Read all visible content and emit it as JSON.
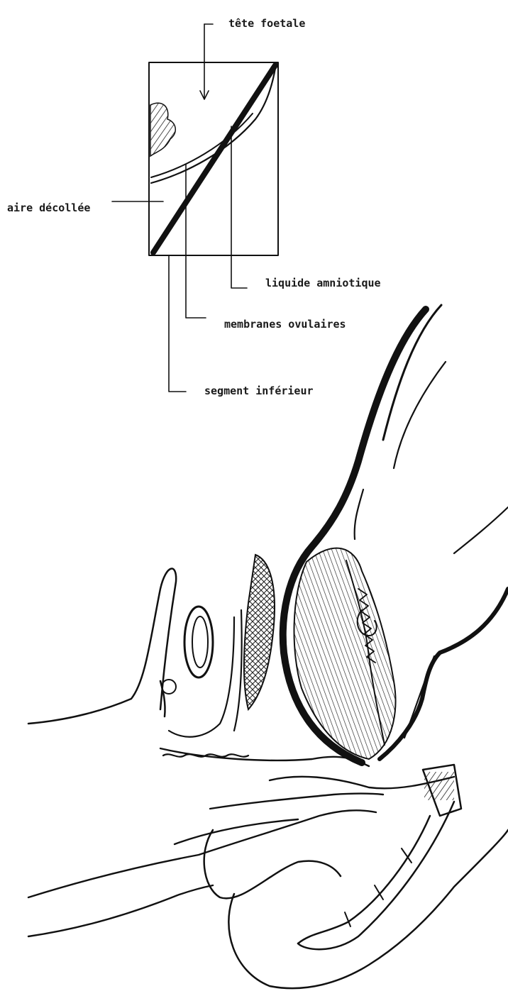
{
  "labels": {
    "tete_foetale": "tête foetale",
    "aire_decollee": "aire décollée",
    "liquide_amniotique": "liquide amniotique",
    "membranes_ovulaires": "membranes ovulaires",
    "segment_inferieur": "segment inférieur"
  },
  "colors": {
    "ink": "#111111",
    "paper": "#ffffff"
  }
}
